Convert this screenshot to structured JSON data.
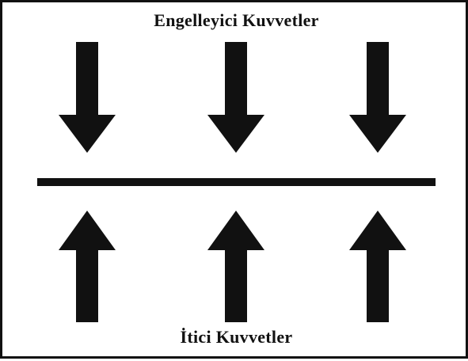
{
  "diagram": {
    "top_label": "Engelleyici Kuvvetler",
    "bottom_label": "İtici Kuvvetler",
    "top_arrow_count": 3,
    "bottom_arrow_count": 3,
    "top_arrow_direction": "down",
    "bottom_arrow_direction": "up",
    "ink_color": "#111111",
    "background_color": "#ffffff"
  }
}
